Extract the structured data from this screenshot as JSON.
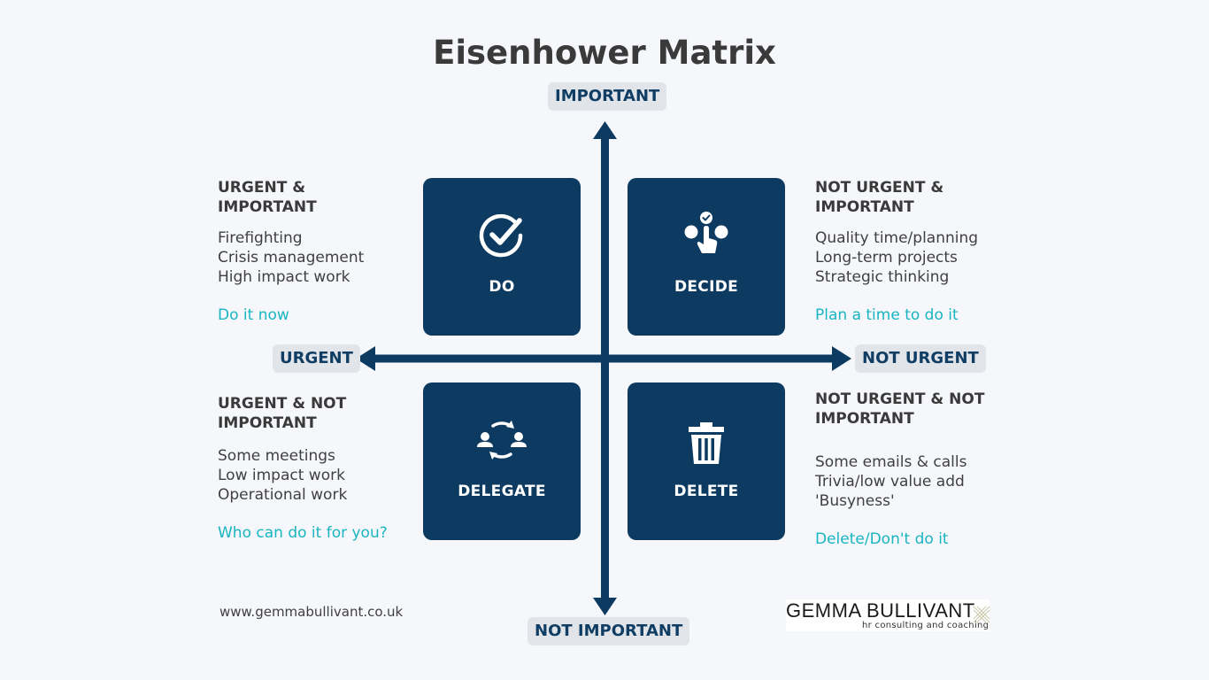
{
  "title": "Eisenhower Matrix",
  "axes": {
    "top": "IMPORTANT",
    "bottom": "NOT IMPORTANT",
    "left": "URGENT",
    "right": "NOT URGENT"
  },
  "quadrants": [
    {
      "box_label": "DO",
      "icon": "check-circle-icon",
      "heading": [
        "URGENT &",
        "IMPORTANT"
      ],
      "items": [
        "Firefighting",
        "Crisis management",
        "High impact work"
      ],
      "action": "Do it now"
    },
    {
      "box_label": "DECIDE",
      "icon": "hand-select-icon",
      "heading": [
        "NOT URGENT &",
        "IMPORTANT"
      ],
      "items": [
        "Quality time/planning",
        "Long-term projects",
        "Strategic thinking"
      ],
      "action": "Plan a time to do it"
    },
    {
      "box_label": "DELEGATE",
      "icon": "people-cycle-icon",
      "heading": [
        "URGENT & NOT",
        "IMPORTANT"
      ],
      "items": [
        "Some meetings",
        "Low impact work",
        "Operational work"
      ],
      "action": "Who can do it for you?"
    },
    {
      "box_label": "DELETE",
      "icon": "trash-icon",
      "heading": [
        "NOT URGENT & NOT",
        "IMPORTANT"
      ],
      "items": [
        "Some emails & calls",
        "Trivia/low value add",
        "'Busyness'"
      ],
      "action": "Delete/Don't do it"
    }
  ],
  "footer": {
    "url": "www.gemmabullivant.co.uk",
    "logo_name": "GEMMA BULLIVANT",
    "logo_tagline": "hr consulting and coaching"
  },
  "colors": {
    "navy": "#0d3a61",
    "accent": "#19b5c2",
    "pill_bg": "#e1e4e8",
    "background": "#f5f7fa"
  }
}
